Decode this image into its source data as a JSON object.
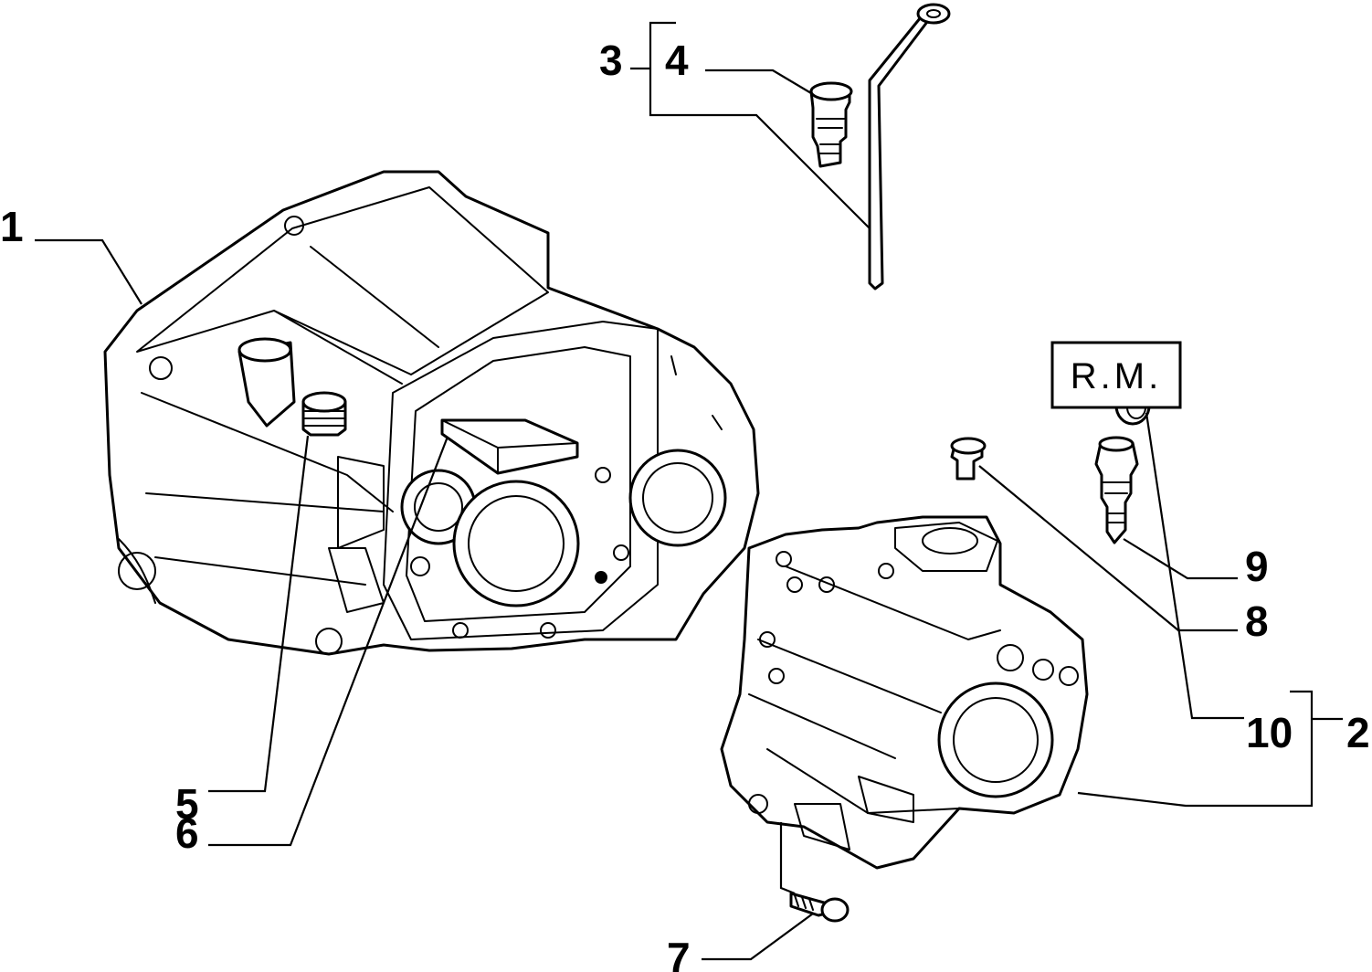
{
  "callouts": {
    "c1": "1",
    "c2": "2",
    "c3": "3",
    "c4": "4",
    "c5": "5",
    "c6": "6",
    "c7": "7",
    "c8": "8",
    "c9": "9",
    "c10": "10"
  },
  "rm_label": "R.M.",
  "colors": {
    "line": "#000000",
    "background": "#ffffff"
  }
}
